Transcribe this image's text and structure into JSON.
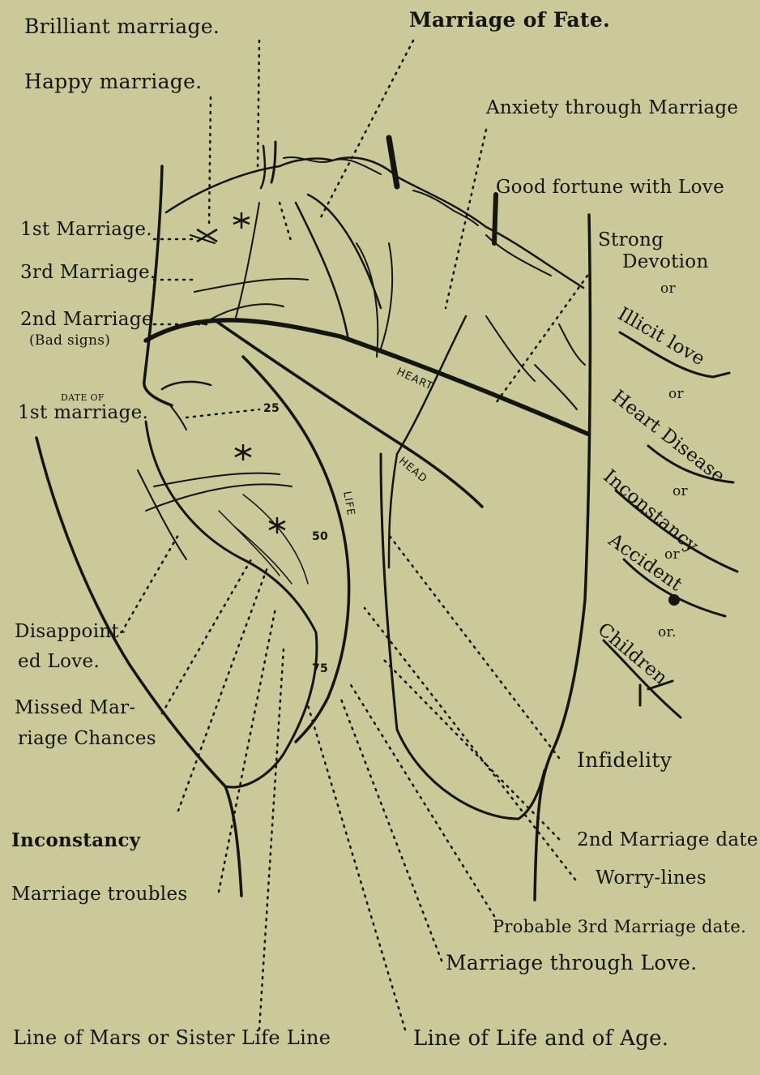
{
  "labels": {
    "brilliant_marriage": "Brilliant marriage.",
    "happy_marriage": "Happy marriage.",
    "marriage_of_fate": "Marriage of Fate.",
    "anxiety_through_marriage": "Anxiety through Marriage",
    "good_fortune_with_love": "Good fortune with Love",
    "first_marriage": "1st Marriage.",
    "third_marriage": "3rd Marriage.",
    "second_marriage": "2nd Marriage",
    "bad_signs": "(Bad signs)",
    "date_of": "DATE OF",
    "first_marriage_date": "1st marriage.",
    "strong": "Strong",
    "devotion": "Devotion",
    "or_1": "or",
    "illicit_love": "Illicit love",
    "or_2": "or",
    "heart_disease": "Heart Disease",
    "or_3": "or",
    "inconstancy_right": "Inconstancy",
    "or_4": "or",
    "accident": "Accident",
    "or_5": "or.",
    "children": "Children",
    "disappointed_love_1": "Disappoint-",
    "disappointed_love_2": "ed Love.",
    "missed_marriage_1": "Missed Mar-",
    "missed_marriage_2": "riage Chances",
    "inconstancy_left": "Inconstancy",
    "marriage_troubles": "Marriage troubles",
    "infidelity": "Infidelity",
    "second_marriage_date": "2nd Marriage date.",
    "worry_lines": "Worry-lines",
    "probable_third": "Probable 3rd Marriage date.",
    "marriage_through_love": "Marriage through Love.",
    "line_of_mars": "Line of Mars or Sister Life Line",
    "line_of_life_and_age": "Line of Life and of Age."
  },
  "line_labels": {
    "heart": "HEART",
    "head": "HEAD",
    "life": "LIFE"
  },
  "age_marks": {
    "age_25": "25",
    "age_50": "50",
    "age_75": "75"
  },
  "colors": {
    "background": "#c9c99a",
    "ink": "#141410"
  }
}
